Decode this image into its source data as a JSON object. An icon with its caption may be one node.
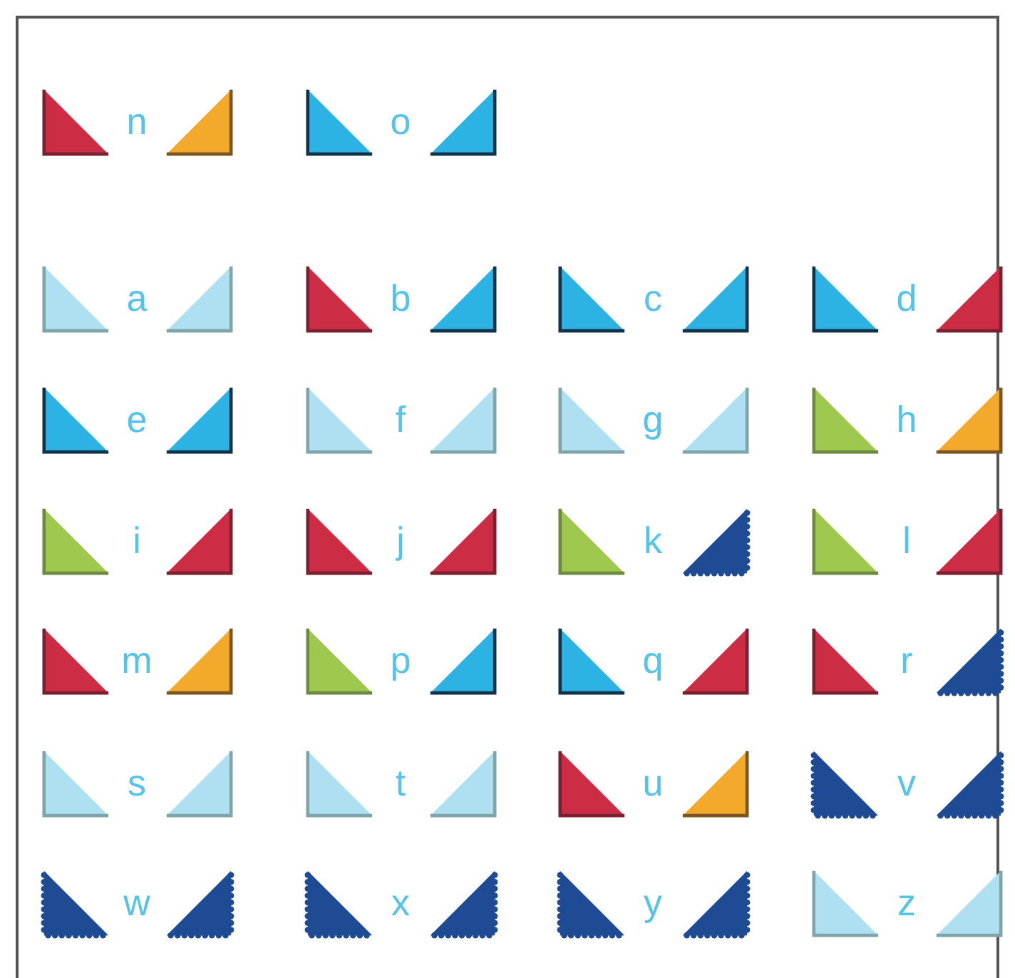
{
  "diagram": {
    "labels": [
      "n",
      "o",
      "a",
      "b",
      "c",
      "d",
      "e",
      "f",
      "g",
      "h",
      "i",
      "j",
      "k",
      "l",
      "m",
      "p",
      "q",
      "r",
      "s",
      "t",
      "u",
      "v",
      "w",
      "x",
      "y",
      "z"
    ]
  }
}
